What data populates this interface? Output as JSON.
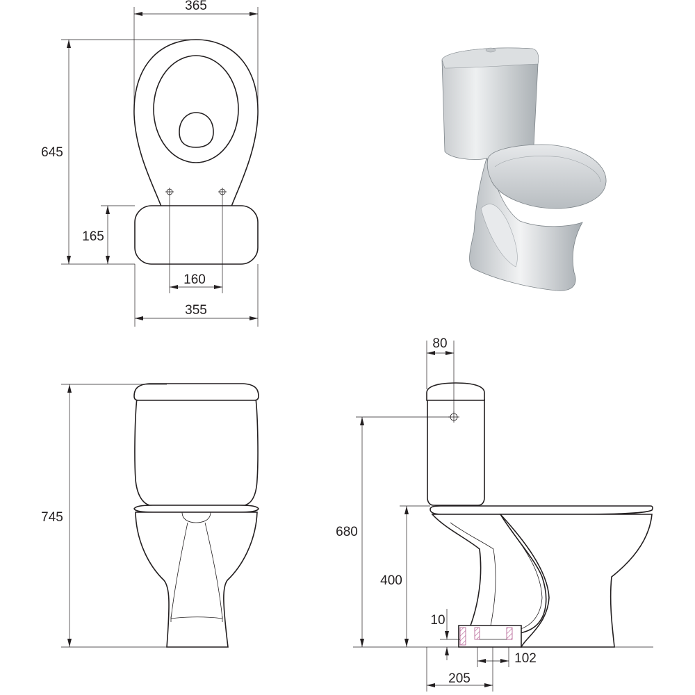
{
  "dimensions": {
    "top_width": "365",
    "top_depth": "645",
    "cistern_depth": "165",
    "bolt_spacing": "160",
    "cistern_width": "355",
    "front_height": "745",
    "inlet_offset": "80",
    "inlet_height": "680",
    "seat_height": "400",
    "floor_offset": "10",
    "outlet_size": "102",
    "outlet_distance": "205"
  },
  "colors": {
    "line": "#231f20",
    "background": "#ffffff",
    "hatch": "#b0568c"
  }
}
